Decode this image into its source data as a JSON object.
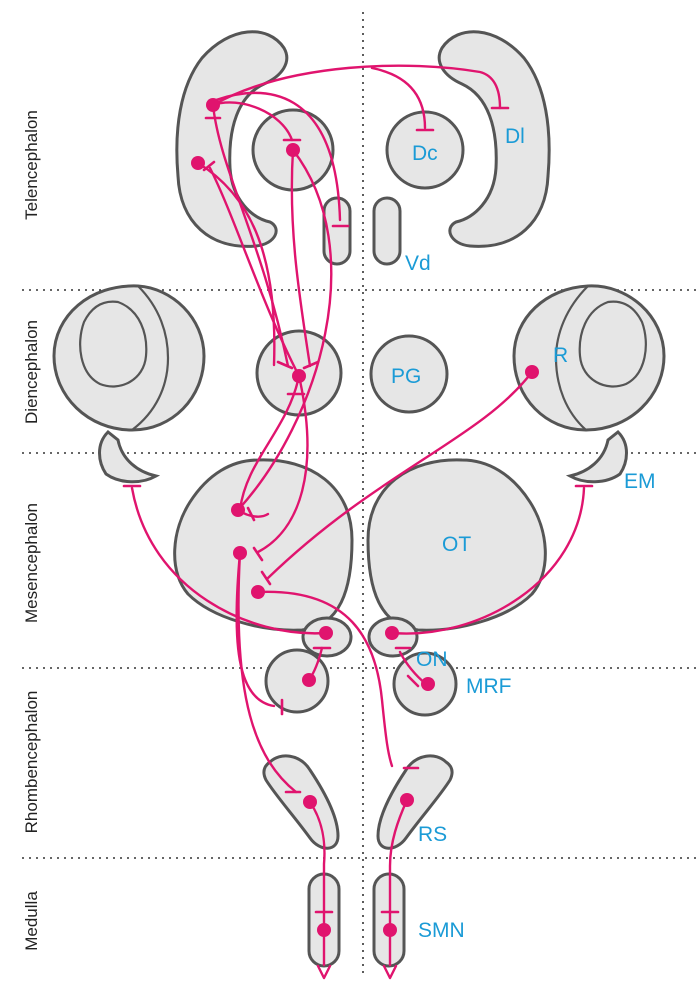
{
  "side_labels": {
    "telencephalon": "Telencephalon",
    "diencephalon": "Diencephalon",
    "mesencephalon": "Mesencephalon",
    "rhombencephalon": "Rhombencephalon",
    "medulla": "Medulla"
  },
  "region_labels": {
    "dc": "Dc",
    "dl": "Dl",
    "vd": "Vd",
    "pg": "PG",
    "r": "R",
    "em": "EM",
    "ot": "OT",
    "on": "ON",
    "mrf": "MRF",
    "rs": "RS",
    "smn": "SMN"
  },
  "colors": {
    "pathway": "#e0146e",
    "region_fill": "#e6e6e6",
    "region_stroke": "#555555",
    "label": "#1b9bd6"
  }
}
